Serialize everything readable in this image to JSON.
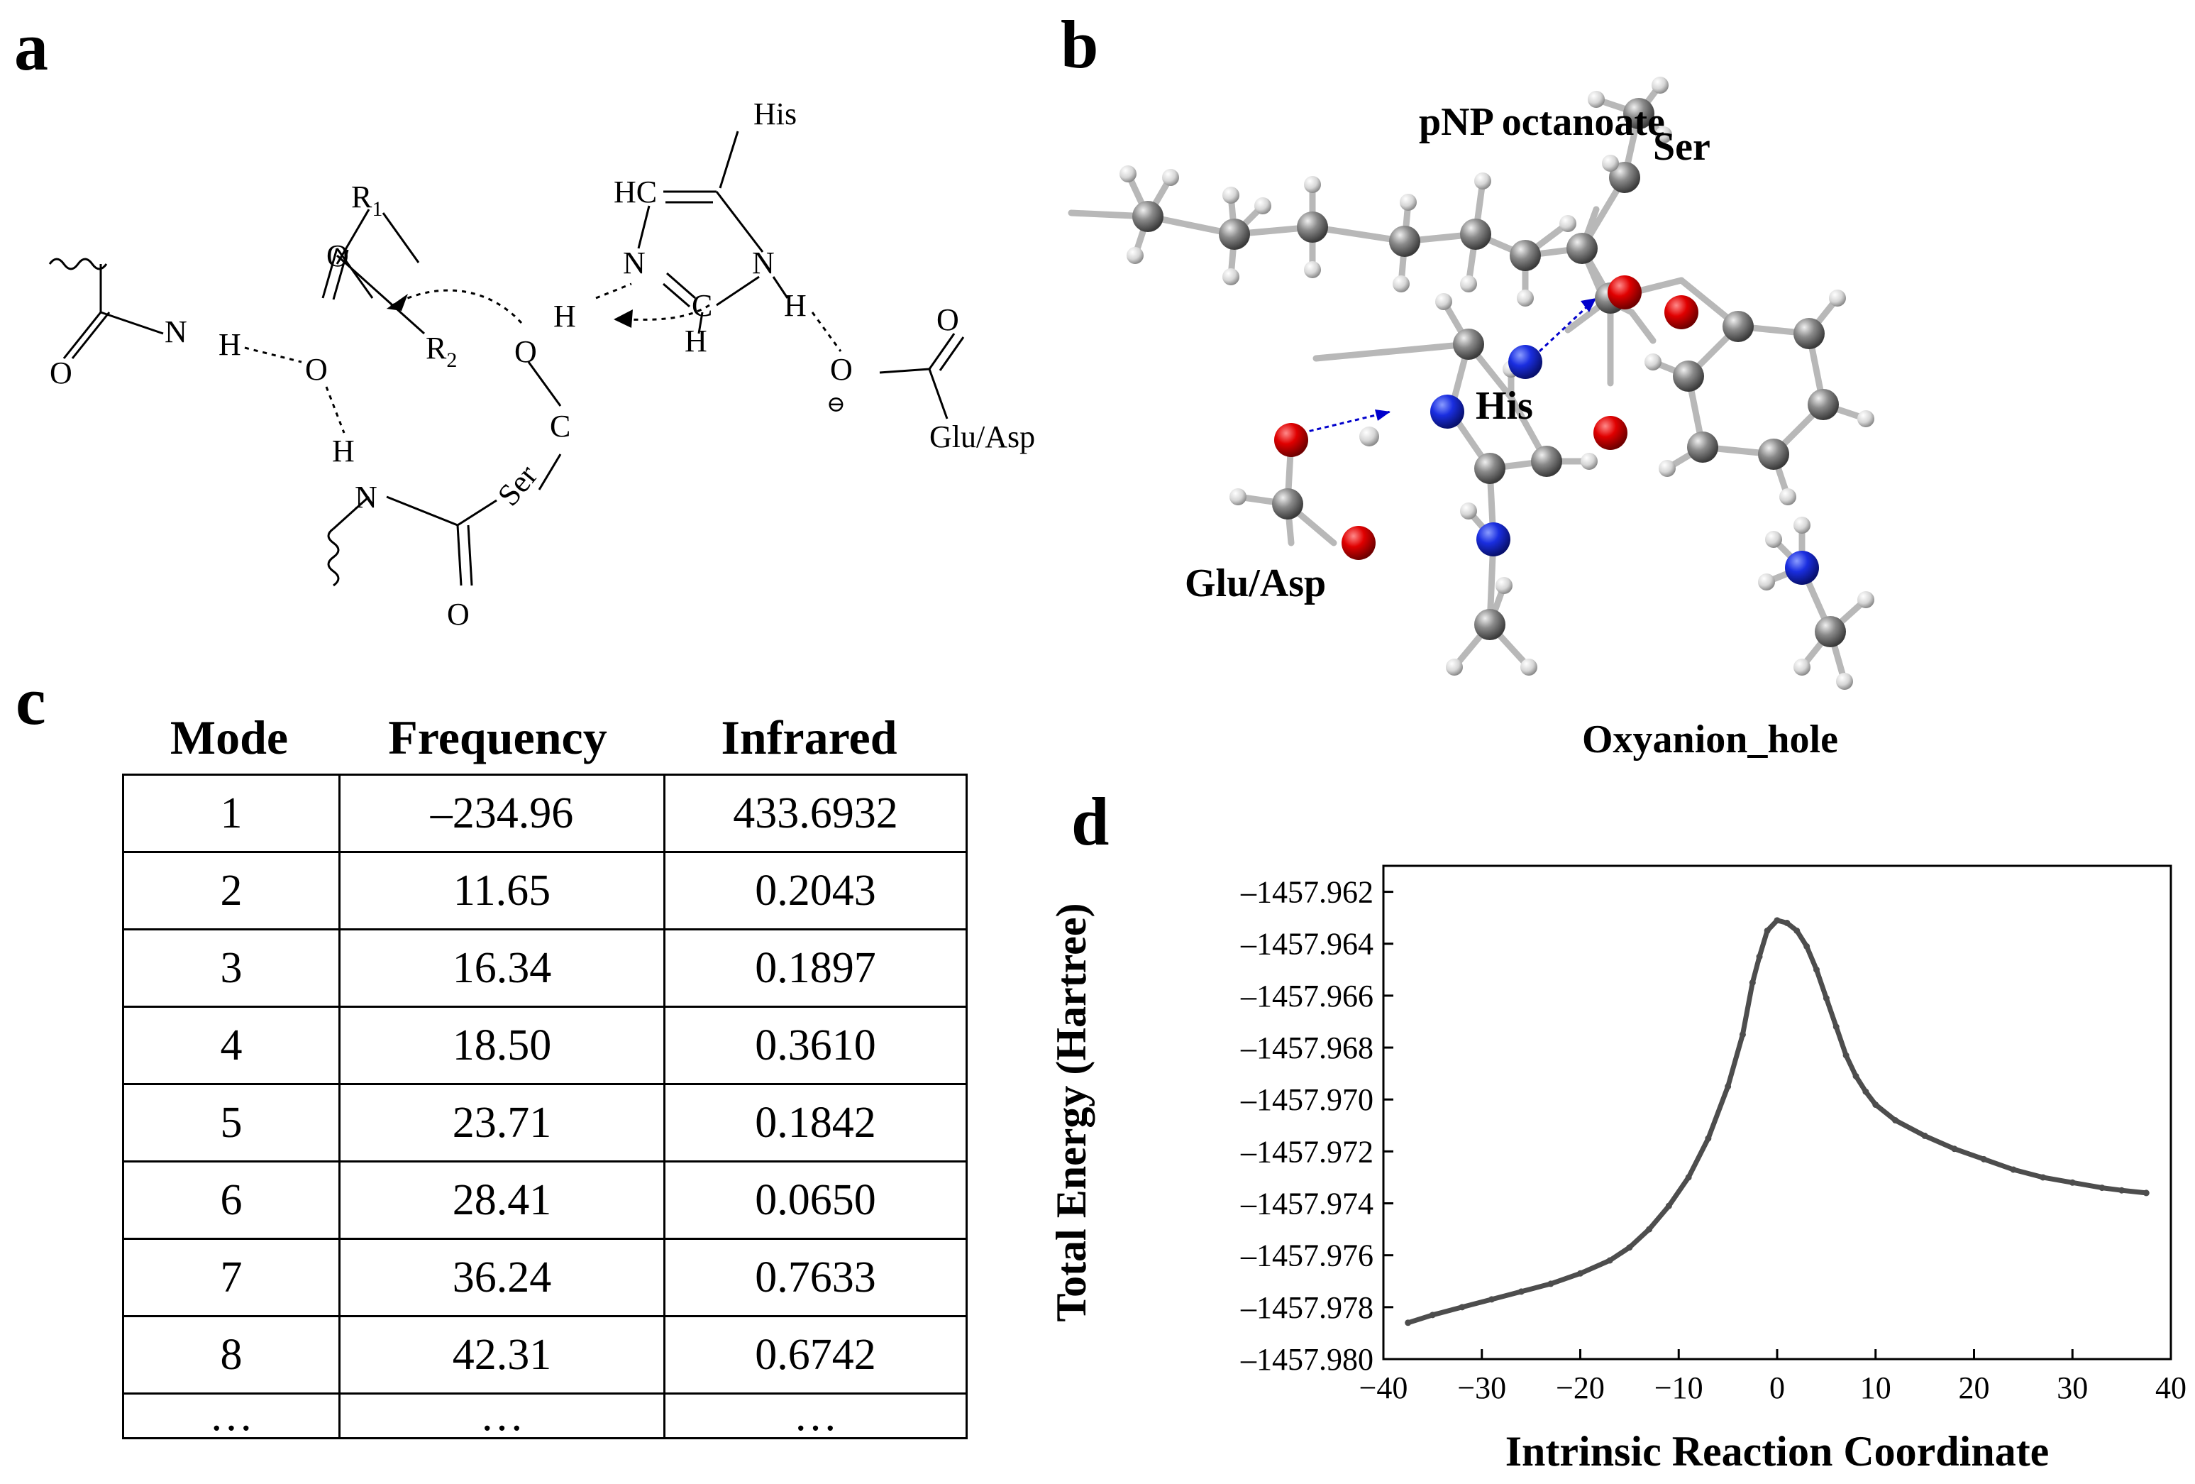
{
  "panels": {
    "a": {
      "letter": "a",
      "labels": {
        "his": "His",
        "r1": "R",
        "r1_sub": "1",
        "r2": "R",
        "r2_sub": "2",
        "o_ester": "O",
        "o_carbonyl": "O",
        "n_backbone1": "N",
        "h_backbone1": "H",
        "h_backbone2": "H",
        "n_backbone2": "N",
        "o_backbone2": "O",
        "o_backbone1": "O",
        "ser_label": "Ser",
        "o_ser": "O",
        "h_ser": "H",
        "c_ser": "C",
        "hc_ring": "HC",
        "n_ring1": "N",
        "n_ring2": "N",
        "c_ring": "C",
        "h_ring": "H",
        "h_n2": "H",
        "o_glu_minus": "O",
        "o_glu": "O",
        "minus": "⊖",
        "glu_asp": "Glu/Asp"
      }
    },
    "b": {
      "letter": "b",
      "labels": {
        "pnp": "pNP octanoate",
        "ser": "Ser",
        "his": "His",
        "glu_asp": "Glu/Asp",
        "oxyanion": "Oxyanion_hole"
      }
    },
    "c": {
      "letter": "c",
      "headers": [
        "Mode",
        "Frequency",
        "Infrared"
      ],
      "rows": [
        [
          "1",
          "–234.96",
          "433.6932"
        ],
        [
          "2",
          "11.65",
          "0.2043"
        ],
        [
          "3",
          "16.34",
          "0.1897"
        ],
        [
          "4",
          "18.50",
          "0.3610"
        ],
        [
          "5",
          "23.71",
          "0.1842"
        ],
        [
          "6",
          "28.41",
          "0.0650"
        ],
        [
          "7",
          "36.24",
          "0.7633"
        ],
        [
          "8",
          "42.31",
          "0.6742"
        ],
        [
          "…",
          "…",
          "…"
        ]
      ]
    },
    "d": {
      "letter": "d"
    }
  },
  "chart_data": {
    "type": "line",
    "xlabel": "Intrinsic Reaction Coordinate",
    "ylabel": "Total Energy (Hartree)",
    "xlim": [
      -40,
      40
    ],
    "ylim": [
      -1457.98,
      -1457.961
    ],
    "xticks": [
      -40,
      -30,
      -20,
      -10,
      0,
      10,
      20,
      30,
      40
    ],
    "xtick_labels": [
      "−40",
      "−30",
      "−20",
      "−10",
      "0",
      "10",
      "20",
      "30",
      "40"
    ],
    "yticks": [
      -1457.962,
      -1457.964,
      -1457.966,
      -1457.968,
      -1457.97,
      -1457.972,
      -1457.974,
      -1457.976,
      -1457.978,
      -1457.98
    ],
    "ytick_labels": [
      "–1457.962",
      "–1457.964",
      "–1457.966",
      "–1457.968",
      "–1457.970",
      "–1457.972",
      "–1457.974",
      "–1457.976",
      "–1457.978",
      "–1457.980"
    ],
    "series": [
      {
        "color": "#4d4d4d",
        "points": [
          [
            -37.5,
            -1457.9786
          ],
          [
            -35,
            -1457.9783
          ],
          [
            -32,
            -1457.978
          ],
          [
            -29,
            -1457.9777
          ],
          [
            -26,
            -1457.9774
          ],
          [
            -23,
            -1457.9771
          ],
          [
            -20,
            -1457.9767
          ],
          [
            -17,
            -1457.9762
          ],
          [
            -15,
            -1457.9757
          ],
          [
            -13,
            -1457.975
          ],
          [
            -11,
            -1457.9741
          ],
          [
            -9,
            -1457.973
          ],
          [
            -7,
            -1457.9715
          ],
          [
            -5,
            -1457.9695
          ],
          [
            -3.5,
            -1457.9675
          ],
          [
            -2.5,
            -1457.9655
          ],
          [
            -1.8,
            -1457.9645
          ],
          [
            -1,
            -1457.9635
          ],
          [
            0,
            -1457.9631
          ],
          [
            1,
            -1457.9632
          ],
          [
            2,
            -1457.9635
          ],
          [
            3,
            -1457.9641
          ],
          [
            4,
            -1457.965
          ],
          [
            5,
            -1457.9661
          ],
          [
            6,
            -1457.9672
          ],
          [
            7,
            -1457.9683
          ],
          [
            8,
            -1457.9691
          ],
          [
            9,
            -1457.9697
          ],
          [
            10,
            -1457.9702
          ],
          [
            12,
            -1457.9708
          ],
          [
            15,
            -1457.9714
          ],
          [
            18,
            -1457.9719
          ],
          [
            21,
            -1457.9723
          ],
          [
            24,
            -1457.9727
          ],
          [
            27,
            -1457.973
          ],
          [
            30,
            -1457.9732
          ],
          [
            33,
            -1457.9734
          ],
          [
            35,
            -1457.9735
          ],
          [
            37.5,
            -1457.9736
          ]
        ]
      }
    ]
  }
}
